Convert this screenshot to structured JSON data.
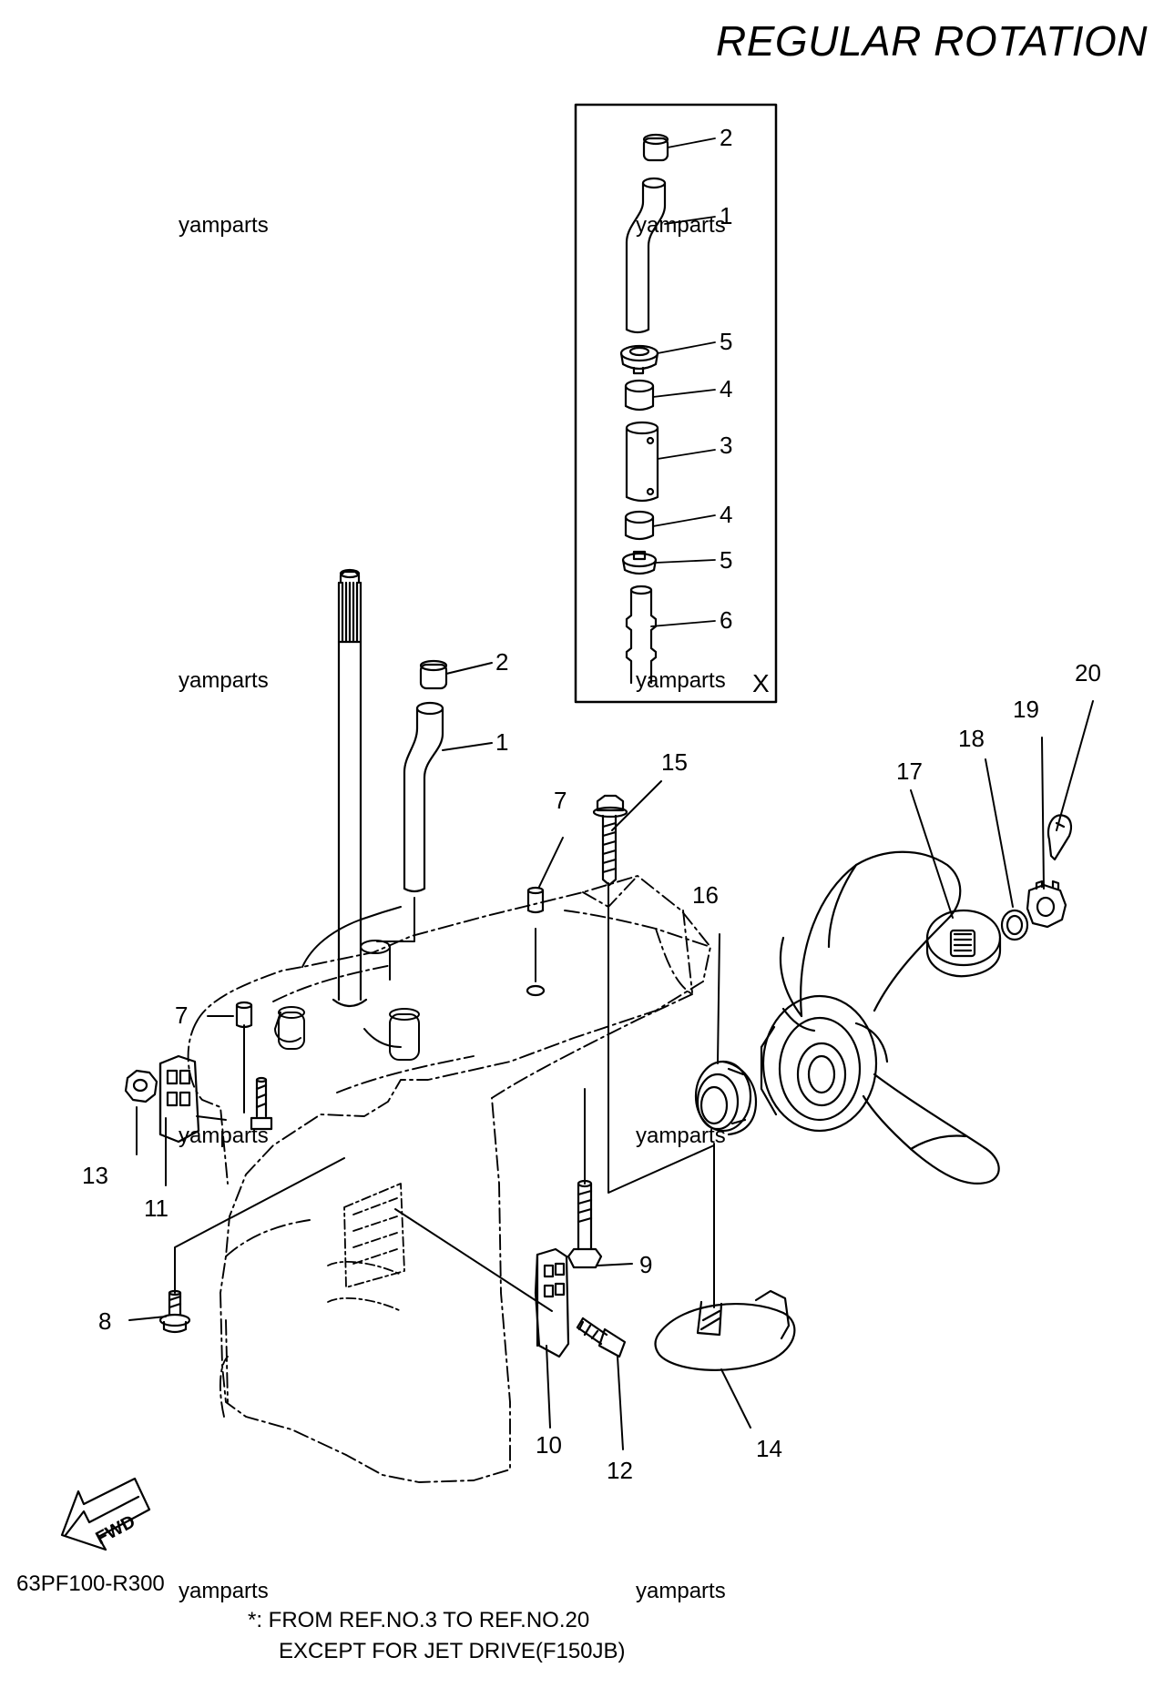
{
  "title": "REGULAR ROTATION",
  "watermarks": [
    "yamparts",
    "yamparts",
    "yamparts",
    "yamparts",
    "yamparts",
    "yamparts",
    "yamparts",
    "yamparts"
  ],
  "inset_mark": "X",
  "drawing_code": "63PF100-R300",
  "notes": {
    "line1": "*: FROM REF.NO.3 TO REF.NO.20",
    "line2": "EXCEPT FOR JET DRIVE(F150JB)"
  },
  "callouts": {
    "inset": [
      "2",
      "1",
      "5",
      "4",
      "3",
      "4",
      "5",
      "6"
    ],
    "main": [
      "2",
      "1",
      "15",
      "7",
      "16",
      "17",
      "18",
      "19",
      "20",
      "7",
      "13",
      "11",
      "9",
      "8",
      "10",
      "12",
      "14"
    ]
  },
  "icons": {
    "fwd_arrow": "fwd-arrow-icon",
    "fwd_label": "FWD"
  }
}
